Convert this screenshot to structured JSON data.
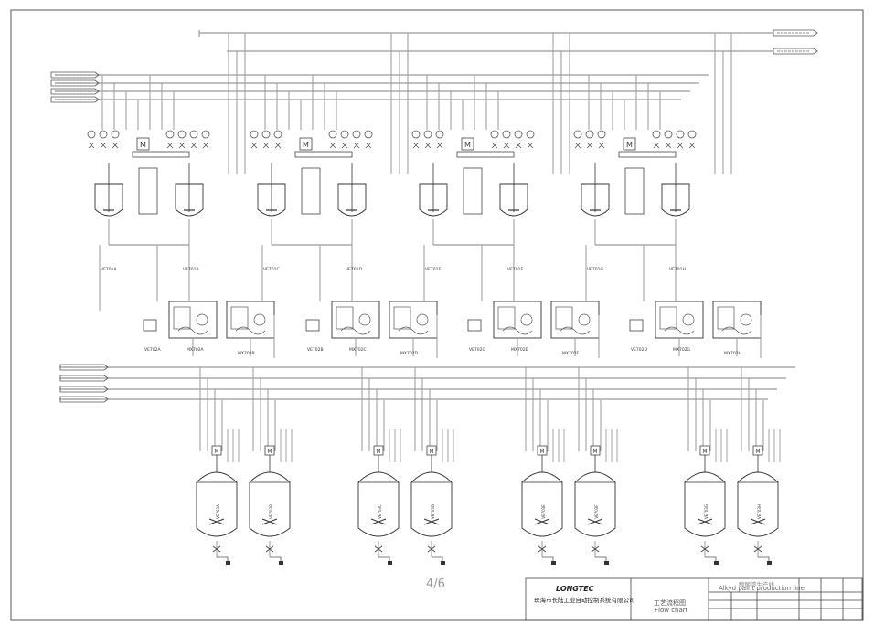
{
  "page_indicator": "4/6",
  "title_block": {
    "company_en": "LONGTEC",
    "company_cn": "珠海市长陆工业自动控制系统有限公司",
    "project_cn": "醇酸漆生产线",
    "project_en": "Alkyd paint production line",
    "drawing_cn": "工艺流程图",
    "drawing_en": "Flow chart"
  },
  "tank_labels": {
    "reactors": [
      "VE701A",
      "VE701B",
      "VE701C",
      "VE701D",
      "VE701E",
      "VE701F",
      "VE701G",
      "VE701H"
    ],
    "mid_units": [
      "VE702A",
      "MX702A",
      "MX702B",
      "VE702B",
      "MX702C",
      "MX702D",
      "VE702C",
      "MX702E",
      "MX702F",
      "VE702D",
      "MX702G",
      "MX702H"
    ],
    "storage_tanks": [
      "VE703A",
      "VE703B",
      "VE703C",
      "VE703D",
      "VE703E",
      "VE703F",
      "VE703G",
      "VE703H"
    ]
  }
}
